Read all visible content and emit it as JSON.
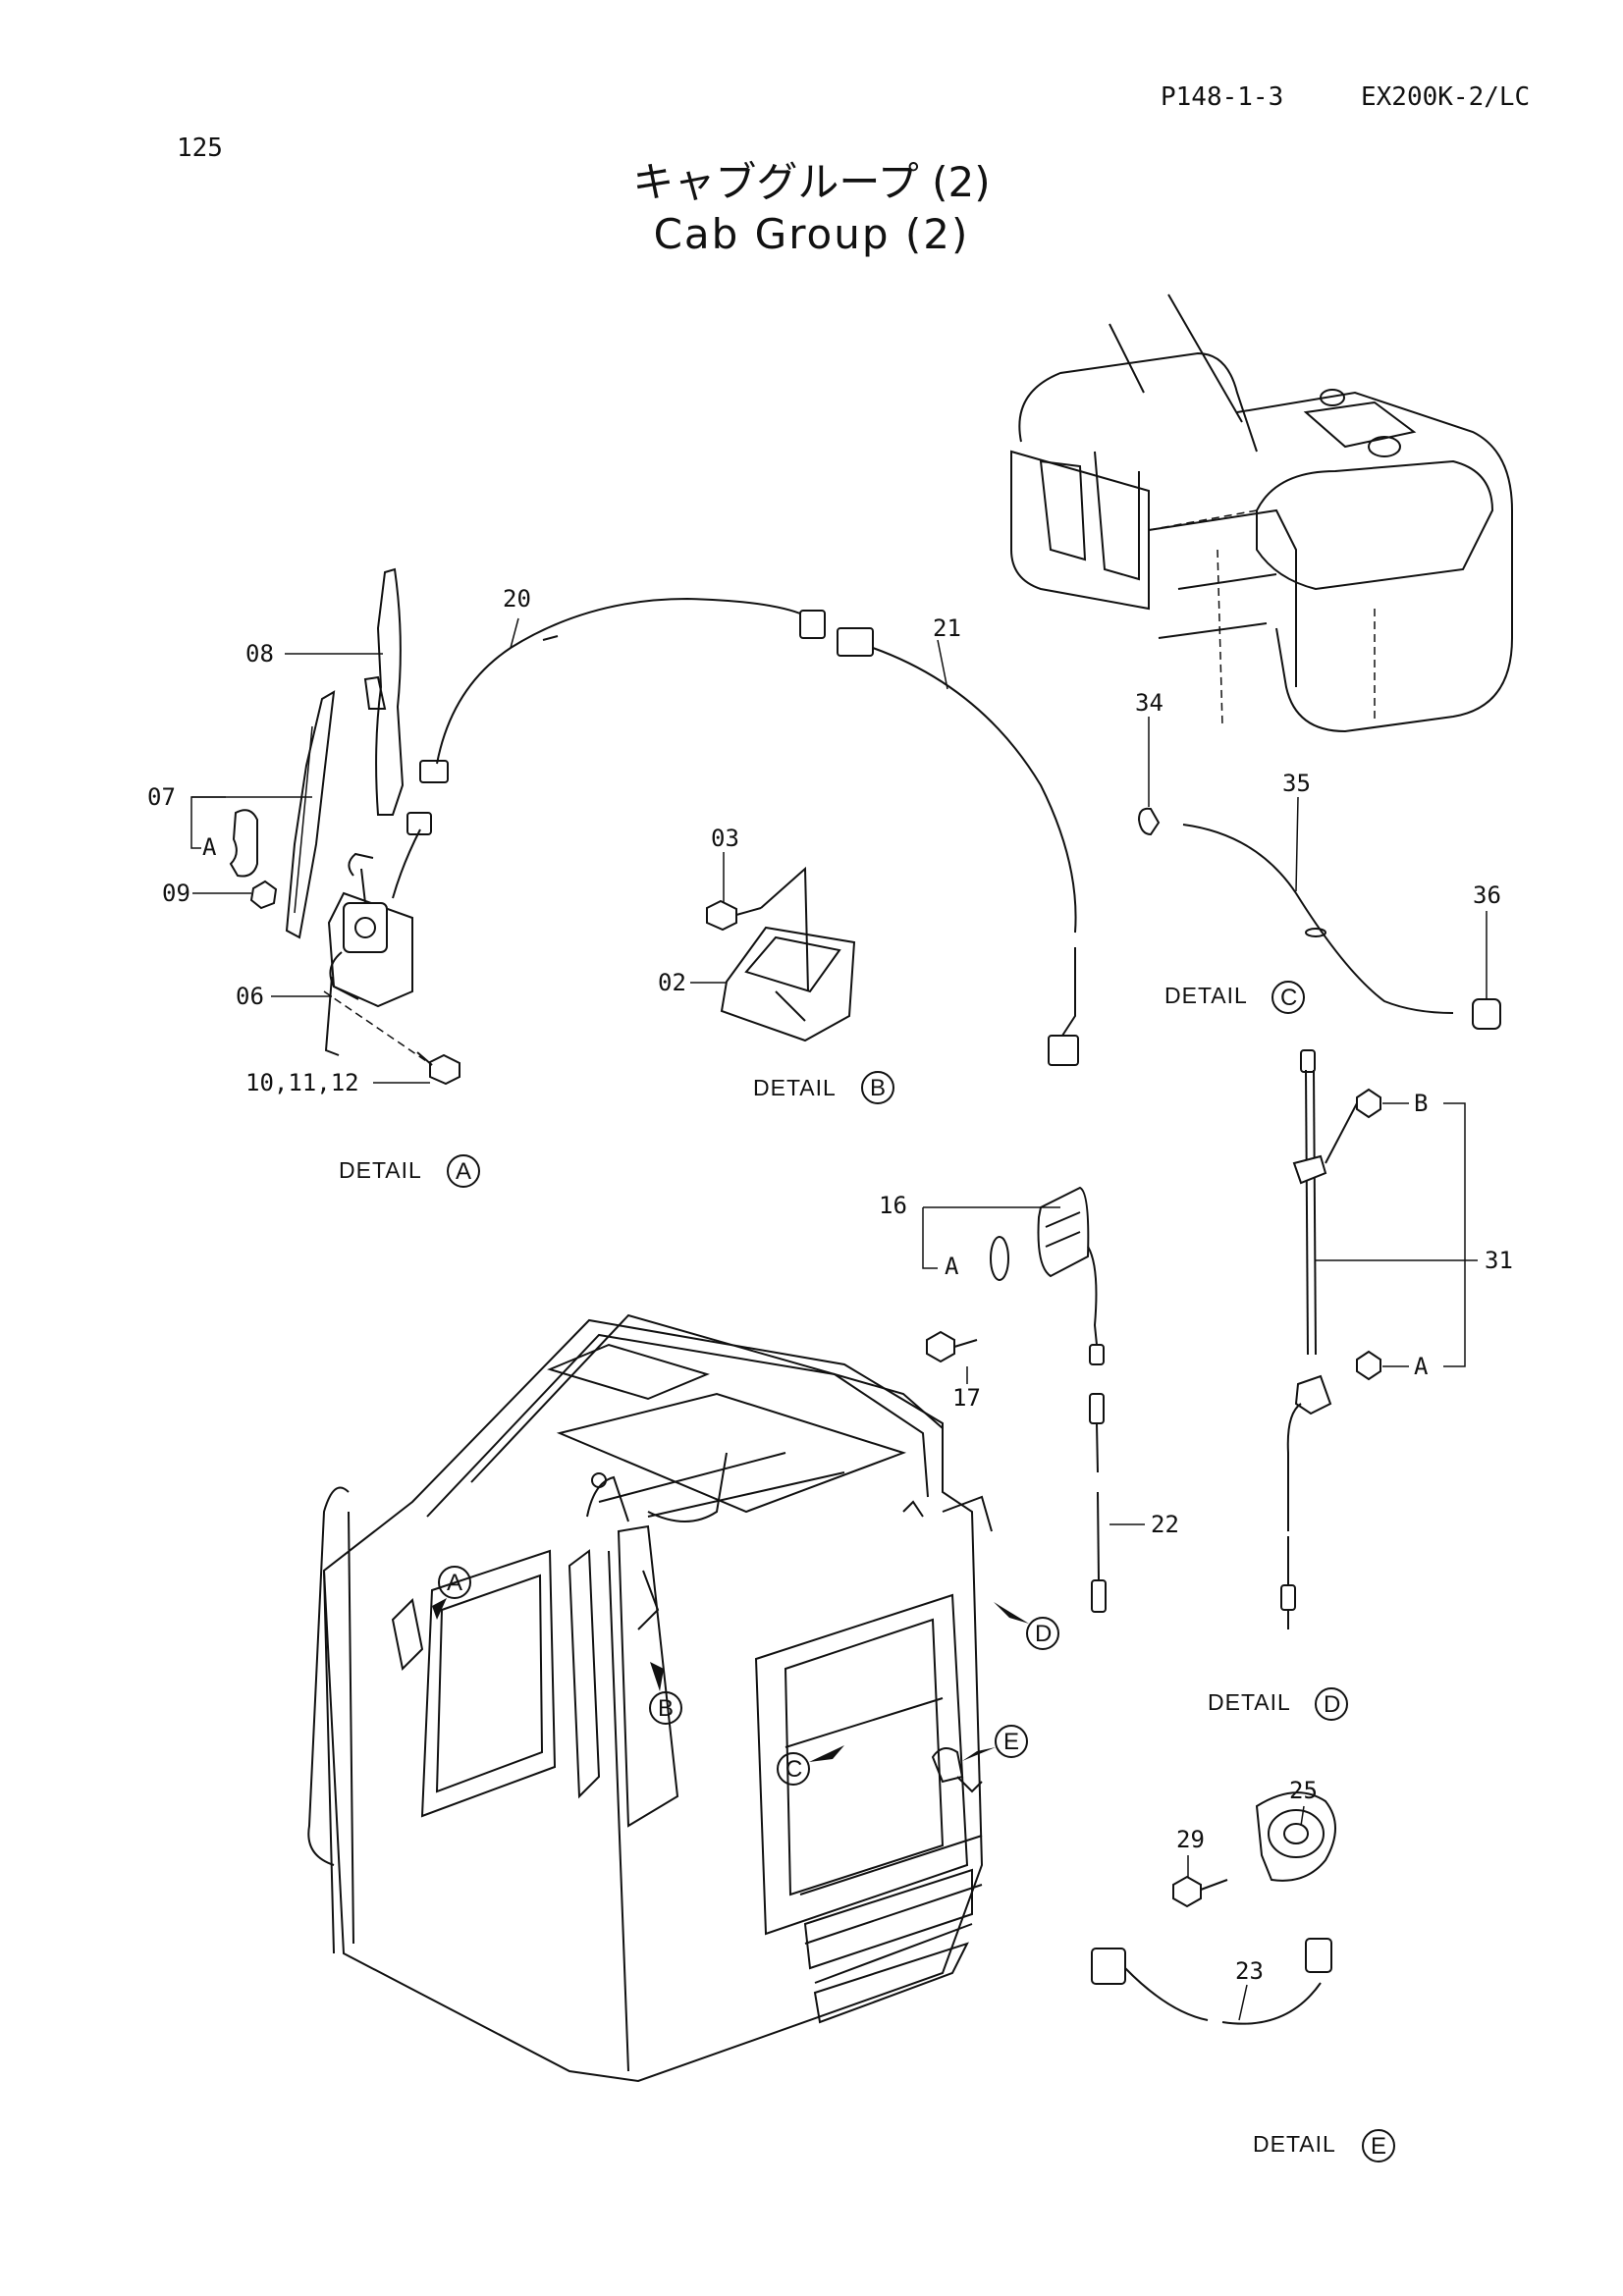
{
  "header": {
    "page_number": "125",
    "doc_code": "P148-1-3",
    "model": "EX200K-2/LC"
  },
  "title": {
    "japanese": "キャブグループ (2)",
    "english": "Cab Group (2)"
  },
  "callouts": {
    "c08": "08",
    "c07": "07",
    "c07a": "A",
    "c09": "09",
    "c06": "06",
    "c10_12": "10,11,12",
    "c20": "20",
    "c21": "21",
    "c03": "03",
    "c02": "02",
    "c34": "34",
    "c35": "35",
    "c36": "36",
    "c16": "16",
    "c16a": "A",
    "c17": "17",
    "c22": "22",
    "c31": "31",
    "c31a": "A",
    "c31b": "B",
    "c25": "25",
    "c29": "29",
    "c23": "23"
  },
  "details": {
    "a": {
      "word": "DETAIL",
      "letter": "A"
    },
    "b": {
      "word": "DETAIL",
      "letter": "B"
    },
    "c": {
      "word": "DETAIL",
      "letter": "C"
    },
    "d": {
      "word": "DETAIL",
      "letter": "D"
    },
    "e": {
      "word": "DETAIL",
      "letter": "E"
    }
  },
  "cab_markers": {
    "a": "A",
    "b": "B",
    "c": "C",
    "d": "D",
    "e": "E"
  }
}
